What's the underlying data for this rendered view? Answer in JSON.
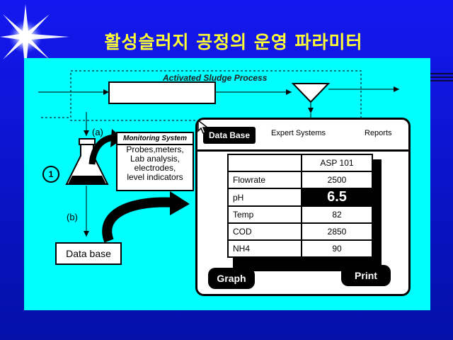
{
  "title": "활성슬러지 공정의 운영 파라미터",
  "diagram": {
    "process_label": "Activated Sludge Process",
    "label_a": "(a)",
    "label_b": "(b)",
    "step_number": "1",
    "monitoring": {
      "title": "Monitoring System",
      "items": [
        "Probes,meters,",
        "Lab analysis,",
        "electrodes,",
        "level indicators"
      ]
    },
    "database_label": "Data base"
  },
  "screen": {
    "tabs": {
      "active": "Data Base",
      "expert": "Expert Systems",
      "reports": "Reports"
    },
    "table": {
      "header": "ASP 101",
      "rows": [
        {
          "param": "Flowrate",
          "value": "2500"
        },
        {
          "param": "pH",
          "value": "6.5"
        },
        {
          "param": "Temp",
          "value": "82"
        },
        {
          "param": "COD",
          "value": "2850"
        },
        {
          "param": "NH4",
          "value": "90"
        }
      ]
    },
    "buttons": {
      "graph": "Graph",
      "print": "Print"
    }
  },
  "colors": {
    "background": "#0a14c8",
    "title": "#ffff33",
    "panel": "#00ffff"
  }
}
